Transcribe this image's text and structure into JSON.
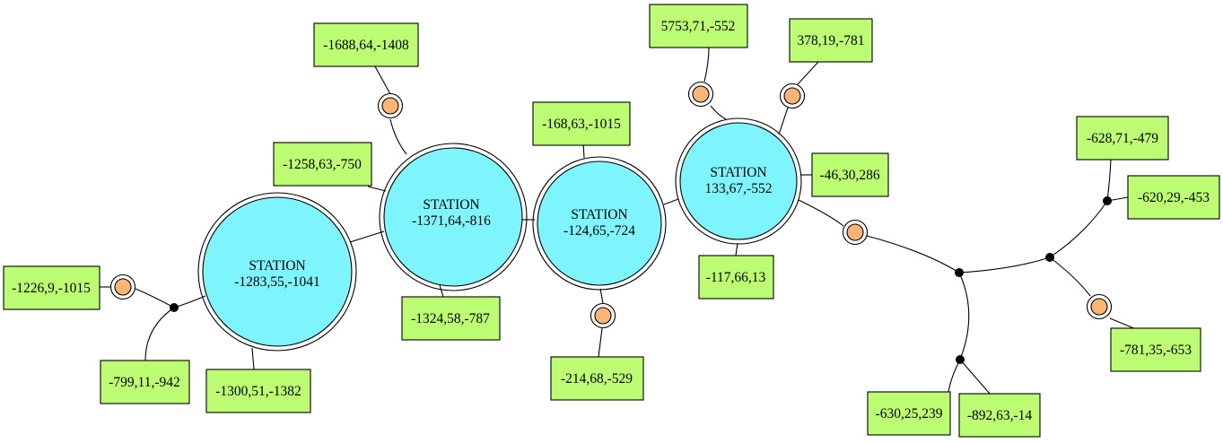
{
  "diagram": {
    "stations": [
      {
        "id": "s1",
        "title": "STATION",
        "coords": "-1283,55,-1041"
      },
      {
        "id": "s2",
        "title": "STATION",
        "coords": "-1371,64,-816"
      },
      {
        "id": "s3",
        "title": "STATION",
        "coords": "-124,65,-724"
      },
      {
        "id": "s4",
        "title": "STATION",
        "coords": "133,67,-552"
      }
    ],
    "labels": [
      {
        "id": "l01",
        "text": "-1688,64,-1408"
      },
      {
        "id": "l02",
        "text": "-1258,63,-750"
      },
      {
        "id": "l03",
        "text": "-1226,9,-1015"
      },
      {
        "id": "l04",
        "text": "-799,11,-942"
      },
      {
        "id": "l05",
        "text": "-1300,51,-1382"
      },
      {
        "id": "l06",
        "text": "-1324,58,-787"
      },
      {
        "id": "l07",
        "text": "-168,63,-1015"
      },
      {
        "id": "l08",
        "text": "-214,68,-529"
      },
      {
        "id": "l09",
        "text": "5753,71,-552"
      },
      {
        "id": "l10",
        "text": "378,19,-781"
      },
      {
        "id": "l11",
        "text": "-46,30,286"
      },
      {
        "id": "l12",
        "text": "-117,66,13"
      },
      {
        "id": "l13",
        "text": "-628,71,-479"
      },
      {
        "id": "l14",
        "text": "-620,29,-453"
      },
      {
        "id": "l15",
        "text": "-781,35,-653"
      },
      {
        "id": "l16",
        "text": "-630,25,239"
      },
      {
        "id": "l17",
        "text": "-892,63,-14"
      }
    ],
    "colors": {
      "station_fill": "#7ef5fd",
      "label_fill": "#bdfd73",
      "marker_fill": "#fbb474",
      "line": "#000000"
    }
  }
}
